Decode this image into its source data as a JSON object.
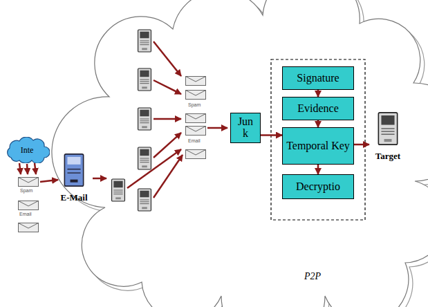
{
  "diagram": {
    "nodes": [
      {
        "text": [
          "Inte"
        ]
      },
      {
        "text": [
          "E-Mail"
        ]
      },
      {
        "text": [
          "Jun k"
        ]
      },
      {
        "text": [
          "Signature"
        ]
      },
      {
        "text": [
          "Evidence"
        ]
      },
      {
        "text": [
          "Temporal Key"
        ]
      },
      {
        "text": [
          "Decryptio"
        ]
      },
      {
        "text": [
          "Target"
        ]
      }
    ],
    "edges": [
      {
        "from": 3,
        "to": 4,
        "arrow": "to"
      },
      {
        "from": 4,
        "to": 5,
        "arrow": "to"
      },
      {
        "from": 5,
        "to": 6,
        "arrow": "to"
      },
      {
        "from": 2,
        "to": 5,
        "arrow": "to"
      },
      {
        "from": 5,
        "to": 7,
        "arrow": "to"
      }
    ],
    "labels": [
      "Spam",
      "Email",
      "Spam",
      "Email",
      "P2P"
    ]
  }
}
